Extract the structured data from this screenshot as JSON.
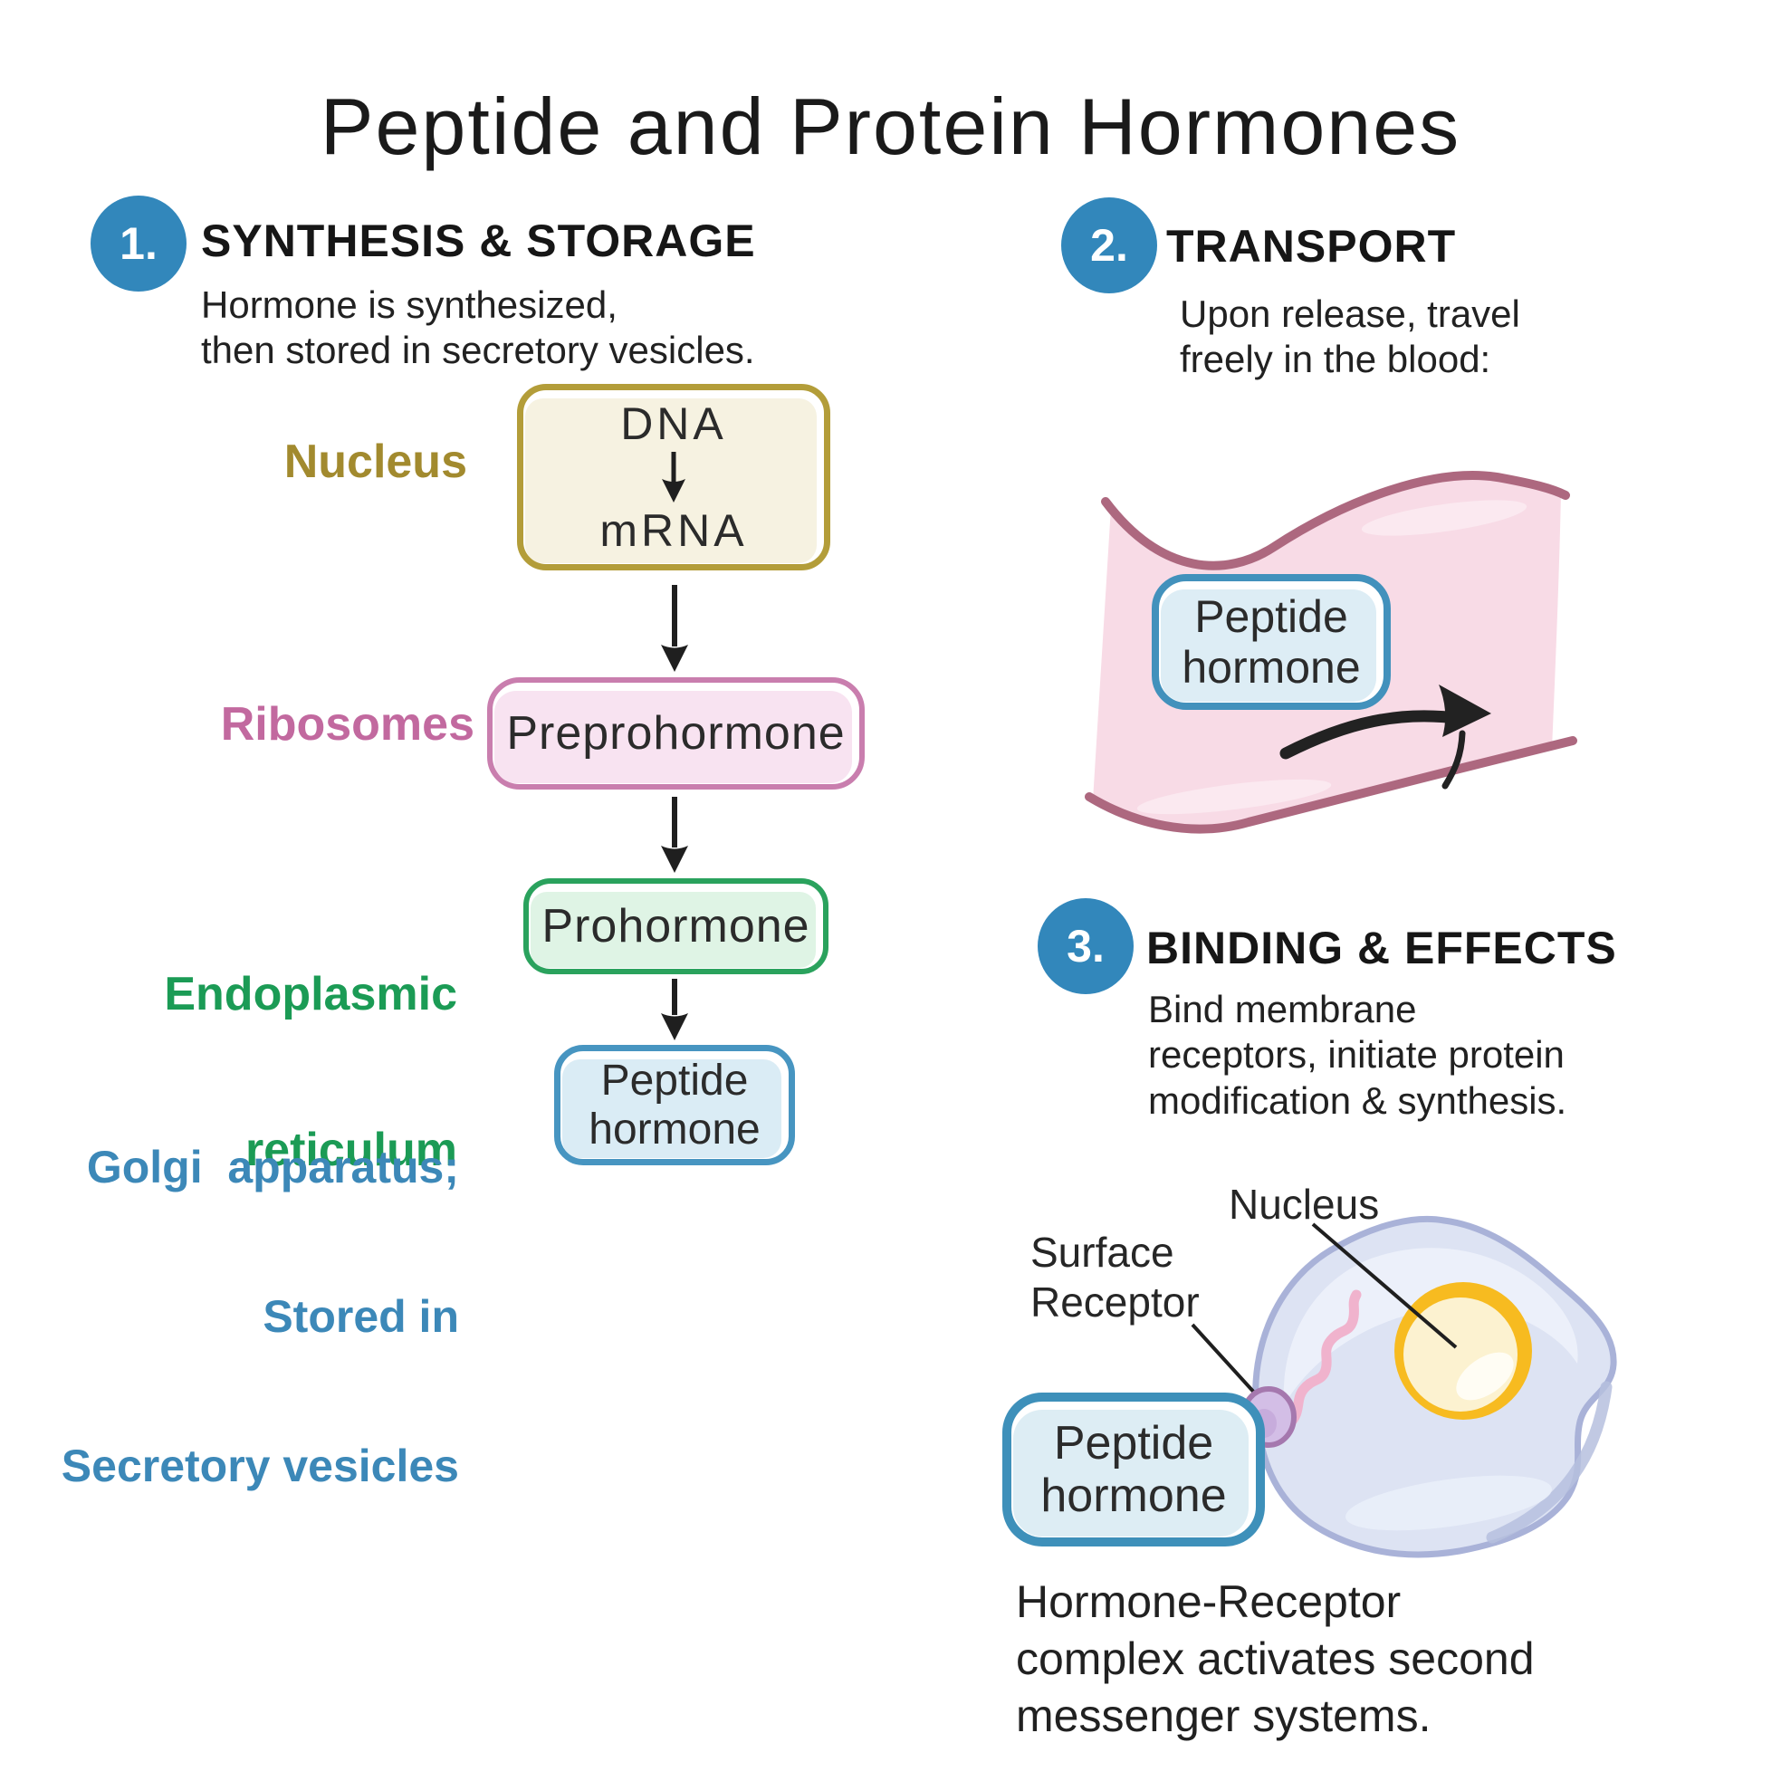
{
  "title": "Peptide and Protein Hormones",
  "colors": {
    "badge_blue": "#3287bb",
    "text_dark": "#1c1c1c",
    "nucleus_label_gold": "#a28a2e",
    "nucleus_box_border": "#b39d39",
    "nucleus_box_fill": "#f6f2e1",
    "ribosomes_label_pink": "#c2699f",
    "preprohormone_border": "#c97eae",
    "preprohormone_fill": "#f8e3f1",
    "er_label_green": "#1b9b55",
    "prohormone_border": "#2aa25d",
    "prohormone_fill": "#dff4e5",
    "golgi_label_blue": "#3c88b8",
    "peptide_box_border": "#4291bc",
    "peptide_box_fill": "#ddedf5",
    "vessel_fill": "#f8dbe6",
    "vessel_edge": "#ad687f",
    "cell_fill": "#dde3f3",
    "cell_stroke": "#a9b2d8",
    "cell_nucleus_ring": "#f7bb20",
    "cell_nucleus_fill": "#fcf2d0",
    "receptor_fill": "#d3bee6",
    "receptor_stroke": "#a578ae",
    "squiggle_pink": "#f0b3cd",
    "arrow_black": "#1f1f1f"
  },
  "icons": {
    "flow_arrow": "down-arrow",
    "dna_to_mrna_arrow": "down-arrow",
    "transport_flow_arrow": "curved-right-arrow"
  },
  "sections": {
    "synthesis": {
      "number": "1.",
      "heading": "SYNTHESIS & STORAGE",
      "description": [
        "Hormone is synthesized,",
        "then stored in secretory vesicles."
      ],
      "flow": {
        "nucleus_label": "Nucleus",
        "dna": "DNA",
        "mrna": "mRNA",
        "ribosomes_label": "Ribosomes",
        "preprohormone": "Preprohormone",
        "er_label": [
          "Endoplasmic",
          "reticulum"
        ],
        "prohormone": "Prohormone",
        "golgi_label": [
          "Golgi  apparatus;",
          "Stored in",
          "Secretory vesicles"
        ],
        "peptide_hormone": [
          "Peptide",
          "hormone"
        ]
      }
    },
    "transport": {
      "number": "2.",
      "heading": "TRANSPORT",
      "description": [
        "Upon release, travel",
        "freely in the blood:"
      ],
      "vessel_box": [
        "Peptide",
        "hormone"
      ]
    },
    "binding": {
      "number": "3.",
      "heading": "BINDING & EFFECTS",
      "description": [
        "Bind membrane",
        "receptors, initiate protein",
        "modification & synthesis."
      ],
      "cell": {
        "nucleus_label": "Nucleus",
        "receptor_label": [
          "Surface",
          "Receptor"
        ],
        "hormone_box": [
          "Peptide",
          "hormone"
        ]
      },
      "caption": [
        "Hormone-Receptor",
        "complex activates second",
        "messenger systems."
      ]
    }
  }
}
